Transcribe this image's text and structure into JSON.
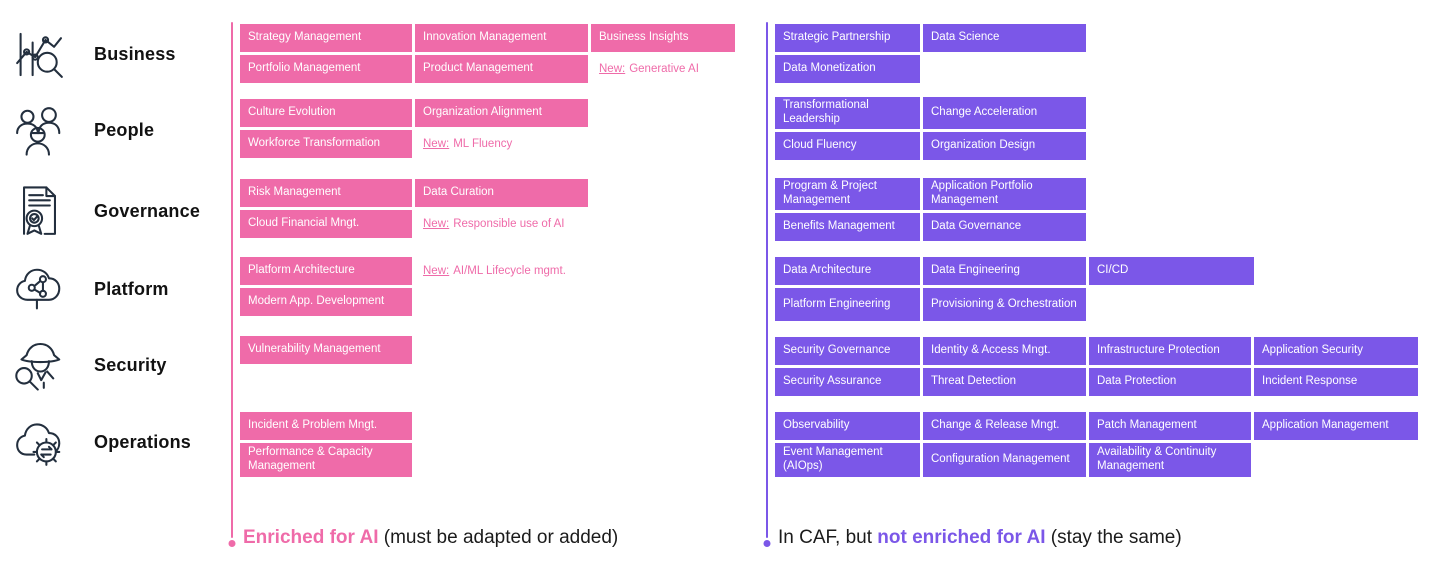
{
  "colors": {
    "pink": "#EF6BA9",
    "purple": "#7B57E8",
    "ink": "#232F3E"
  },
  "perspectives": [
    {
      "label": "Business",
      "icon": "chart-magnifier-icon"
    },
    {
      "label": "People",
      "icon": "people-group-icon"
    },
    {
      "label": "Governance",
      "icon": "certificate-document-icon"
    },
    {
      "label": "Platform",
      "icon": "cloud-circuit-icon"
    },
    {
      "label": "Security",
      "icon": "detective-magnifier-icon"
    },
    {
      "label": "Operations",
      "icon": "cloud-gear-icon"
    }
  ],
  "enriched": {
    "business": {
      "boxes": [
        "Strategy Management",
        "Innovation Management",
        "Business Insights",
        "Portfolio Management",
        "Product Management"
      ],
      "new_item": {
        "prefix": "New:",
        "label": "Generative AI"
      }
    },
    "people": {
      "boxes": [
        "Culture Evolution",
        "Organization Alignment",
        "Workforce Transformation"
      ],
      "new_item": {
        "prefix": "New:",
        "label": "ML Fluency"
      }
    },
    "governance": {
      "boxes": [
        "Risk Management",
        "Data Curation",
        "Cloud Financial Mngt."
      ],
      "new_item": {
        "prefix": "New:",
        "label": "Responsible use of AI"
      }
    },
    "platform": {
      "boxes": [
        "Platform Architecture",
        "Modern App. Development"
      ],
      "new_item": {
        "prefix": "New:",
        "label": "AI/ML Lifecycle mgmt."
      }
    },
    "security": {
      "boxes": [
        "Vulnerability Management"
      ]
    },
    "operations": {
      "boxes": [
        "Incident & Problem Mngt.",
        "Performance & Capacity Management"
      ]
    }
  },
  "standard": {
    "business": {
      "boxes": [
        "Strategic Partnership",
        "Data Science",
        "Data Monetization"
      ]
    },
    "people": {
      "boxes": [
        "Transformational Leadership",
        "Change Acceleration",
        "Cloud Fluency",
        "Organization Design"
      ]
    },
    "governance": {
      "boxes": [
        "Program & Project Management",
        "Application Portfolio Management",
        "Benefits Management",
        "Data Governance"
      ]
    },
    "platform": {
      "boxes": [
        "Data Architecture",
        "Data Engineering",
        "CI/CD",
        "Platform Engineering",
        "Provisioning & Orchestration"
      ]
    },
    "security": {
      "boxes": [
        "Security Governance",
        "Identity & Access Mngt.",
        "Infrastructure Protection",
        "Application Security",
        "Security Assurance",
        "Threat Detection",
        "Data Protection",
        "Incident Response"
      ]
    },
    "operations": {
      "boxes": [
        "Observability",
        "Change & Release Mngt.",
        "Patch Management",
        "Application Management",
        "Event Management (AIOps)",
        "Configuration Management",
        "Availability & Continuity Management"
      ]
    }
  },
  "legend": {
    "enriched": {
      "highlight": "Enriched for AI",
      "rest": " (must be adapted or added)"
    },
    "standard": {
      "pre": "In CAF, but ",
      "highlight": "not enriched for AI",
      "rest": " (stay the same)"
    }
  }
}
